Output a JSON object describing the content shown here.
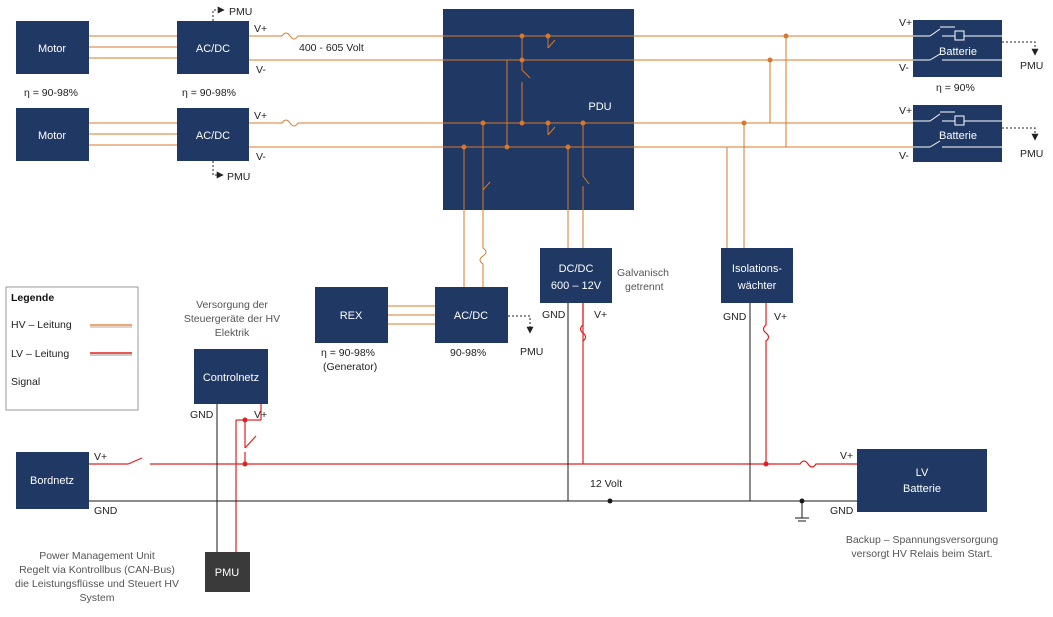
{
  "colors": {
    "box": "#1f3864",
    "pmu_box": "#3a3a3a",
    "hv_line": "#d9782b",
    "lv_line": "#e02020",
    "black_line": "#1a1a1a"
  },
  "boxes": {
    "motor1": "Motor",
    "motor2": "Motor",
    "acdc1": "AC/DC",
    "acdc2": "AC/DC",
    "pdu": "PDU",
    "batt1": "Batterie",
    "batt2": "Batterie",
    "rex": "REX",
    "acdc3": "AC/DC",
    "dcdc_line1": "DC/DC",
    "dcdc_line2": "600 – 12V",
    "iso_line1": "Isolations-",
    "iso_line2": "wächter",
    "controlnetz": "Controlnetz",
    "bordnetz": "Bordnetz",
    "lvbatt_line1": "LV",
    "lvbatt_line2": "Batterie",
    "pmu": "PMU"
  },
  "labels": {
    "eta_motor": "η =  90-98%",
    "eta_acdc": "η = 90-98%",
    "eta_batt": "η = 90%",
    "hv_voltage": "400 - 605 Volt",
    "pmu": "PMU",
    "vplus": "V+",
    "vminus": "V-",
    "gnd": "GND",
    "eta_rex_1": "η = 90-98%",
    "eta_rex_2": "(Generator)",
    "acdc3_eff": "90-98%",
    "galv_1": "Galvanisch",
    "galv_2": "getrennt",
    "versorgung_1": "Versorgung der",
    "versorgung_2": "Steuergeräte der HV",
    "versorgung_3": "Elektrik",
    "lv_voltage": "12 Volt",
    "pmu_note_1": "Power Management Unit",
    "pmu_note_2": "Regelt via Kontrollbus (CAN-Bus)",
    "pmu_note_3": "die Leistungsflüsse und Steuert HV",
    "pmu_note_4": "System",
    "backup_1": "Backup – Spannungsversorgung",
    "backup_2": "versorgt HV Relais beim Start."
  },
  "legend": {
    "title": "Legende",
    "hv": "HV – Leitung",
    "lv": "LV – Leitung",
    "signal": "Signal"
  }
}
